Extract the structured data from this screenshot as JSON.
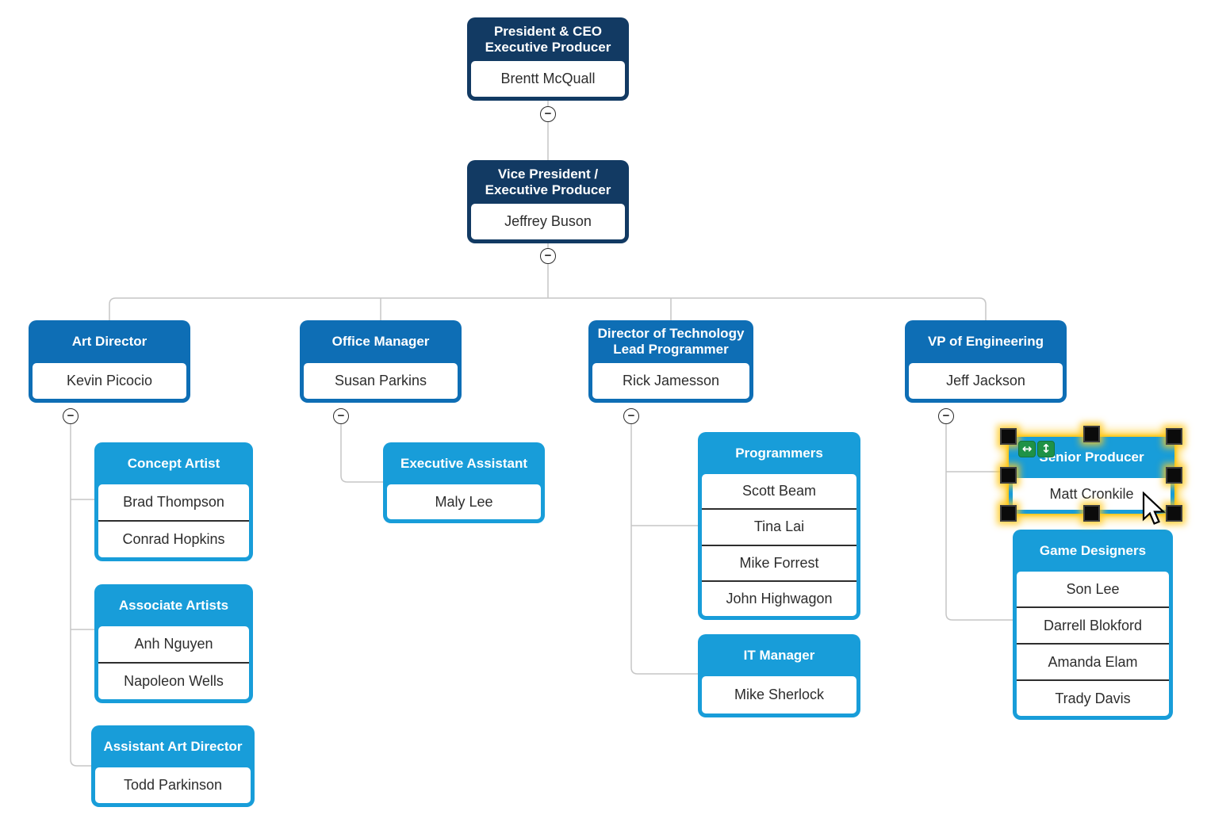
{
  "icons": {
    "collapse_glyph": "−",
    "horizontal_resize_glyph": "↔",
    "vertical_resize_glyph": "↕"
  },
  "colors": {
    "executive_header": "#123A63",
    "manager_header": "#0E6EB5",
    "team_header": "#189DD9",
    "connector_line": "#C6C6C6",
    "selection_glow": "#FFC107",
    "resize_button_green": "#1F9246",
    "member_text": "#2D2D2D"
  },
  "nodes": [
    {
      "title": "President & CEO\nExecutive Producer",
      "members": [
        "Brentt  McQuall"
      ],
      "level": "executive"
    },
    {
      "title": "Vice President /\nExecutive Producer",
      "members": [
        "Jeffrey Buson"
      ],
      "level": "executive"
    },
    {
      "title": "Art Director",
      "members": [
        "Kevin Picocio"
      ],
      "level": "manager"
    },
    {
      "title": "Office Manager",
      "members": [
        "Susan Parkins"
      ],
      "level": "manager"
    },
    {
      "title": "Director of Technology\nLead Programmer",
      "members": [
        "Rick Jamesson"
      ],
      "level": "manager"
    },
    {
      "title": "VP of Engineering",
      "members": [
        "Jeff Jackson"
      ],
      "level": "manager"
    },
    {
      "title": "Concept Artist",
      "members": [
        "Brad Thompson",
        "Conrad Hopkins"
      ],
      "level": "team"
    },
    {
      "title": "Associate Artists",
      "members": [
        "Anh Nguyen",
        "Napoleon Wells"
      ],
      "level": "team"
    },
    {
      "title": "Assistant Art Director",
      "members": [
        "Todd Parkinson"
      ],
      "level": "team"
    },
    {
      "title": "Executive Assistant",
      "members": [
        "Maly Lee"
      ],
      "level": "team"
    },
    {
      "title": "Programmers",
      "members": [
        "Scott Beam",
        "Tina Lai",
        "Mike Forrest",
        "John Highwagon"
      ],
      "level": "team"
    },
    {
      "title": "IT Manager",
      "members": [
        "Mike Sherlock"
      ],
      "level": "team"
    },
    {
      "title": "Senior Producer",
      "members": [
        "Matt Cronkile"
      ],
      "level": "team",
      "selected": true
    },
    {
      "title": "Game Designers",
      "members": [
        "Son Lee",
        "Darrell Blokford",
        "Amanda Elam",
        "Trady Davis"
      ],
      "level": "team"
    }
  ],
  "selection": {
    "selected_node": "Senior Producer",
    "handle_count": 8
  }
}
